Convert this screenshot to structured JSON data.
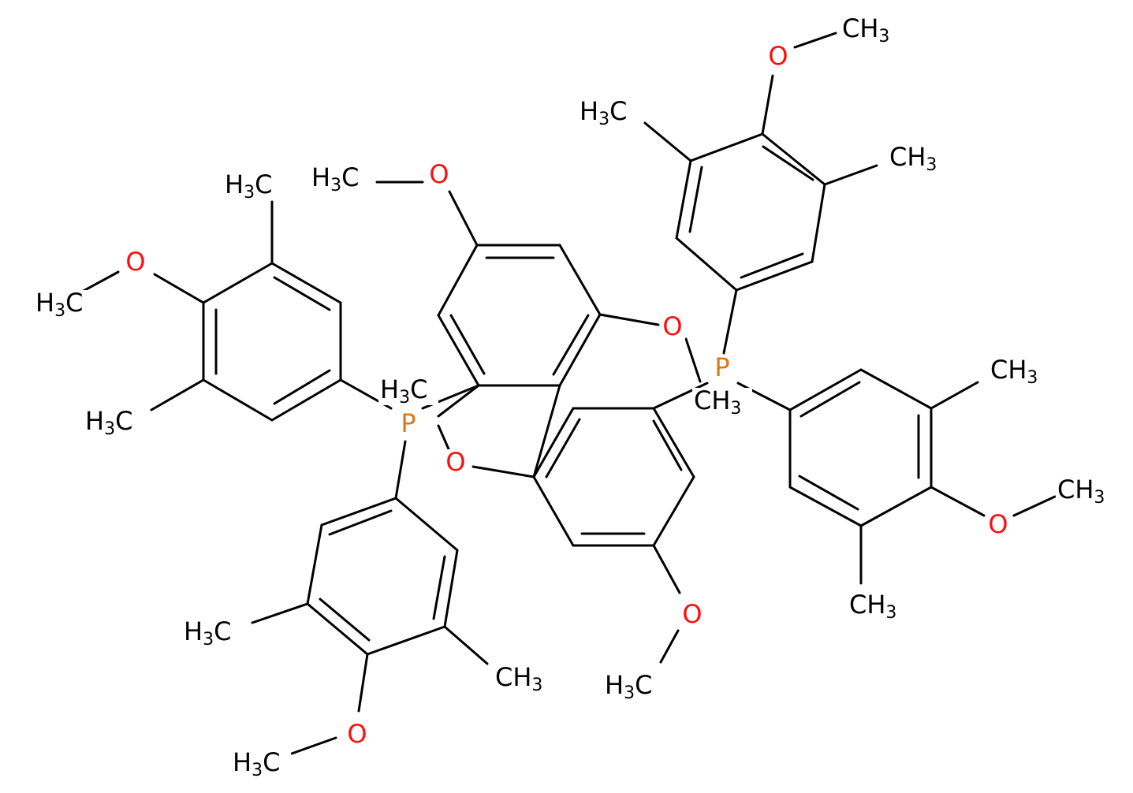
{
  "colors": {
    "carbon": "#000000",
    "oxygen": "#ff0d0d",
    "phosphorus": "#d9781d"
  },
  "labels": {
    "methyl_prefix": "H",
    "methyl_suffix": "C",
    "methyl_digit": "3",
    "methyl_right": "CH",
    "oxygen": "O",
    "phosphorus": "P"
  }
}
